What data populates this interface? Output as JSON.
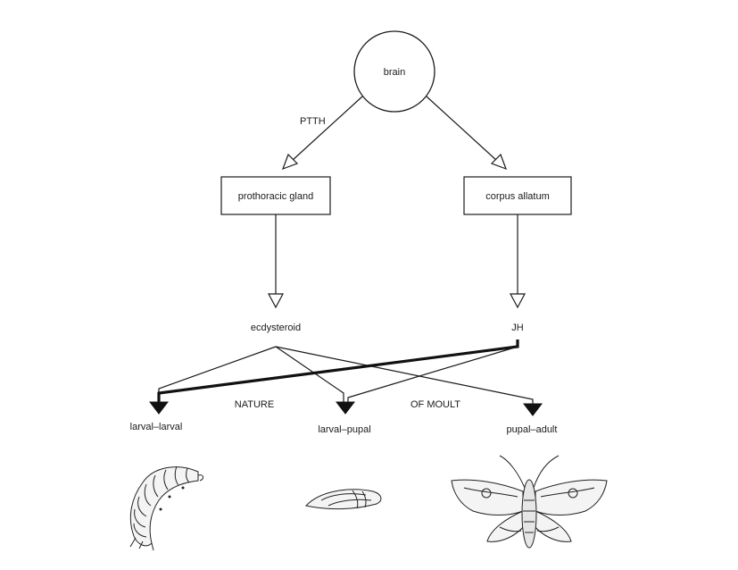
{
  "nodes": {
    "brain": "brain",
    "prothoracic_gland": "prothoracic gland",
    "corpus_allatum": "corpus allatum",
    "ecdysteroid": "ecdysteroid",
    "jh": "JH"
  },
  "edge_labels": {
    "ptth": "PTTH"
  },
  "caption": {
    "left": "NATURE",
    "right": "OF MOULT"
  },
  "outcomes": {
    "larval_larval": "larval–larval",
    "larval_pupal": "larval–pupal",
    "pupal_adult": "pupal–adult"
  },
  "illustrations": {
    "larva": "caterpillar-illustration",
    "pupa": "pupa-illustration",
    "adult": "moth-illustration"
  }
}
